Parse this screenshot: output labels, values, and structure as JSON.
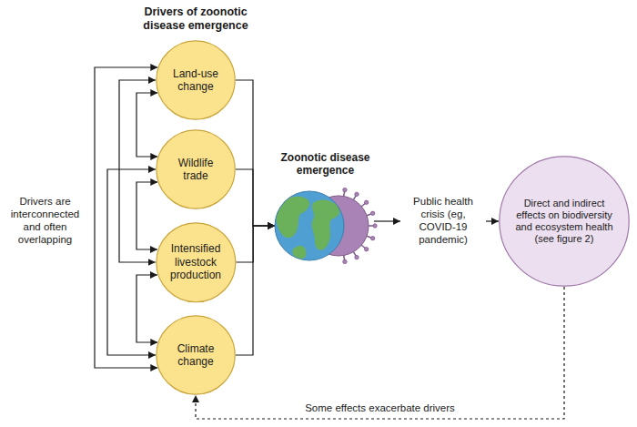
{
  "diagram": {
    "title": "Drivers of zoonotic disease emergence",
    "nodes": [
      {
        "text": [
          "Land-use change"
        ]
      },
      {
        "text": [
          "Wildlife trade"
        ]
      },
      {
        "text": [
          "Intensified livestock production"
        ]
      },
      {
        "text": [
          "Climate change"
        ]
      },
      {
        "text": [
          "Zoonotic disease emergence"
        ]
      },
      {
        "text": [
          "Public health crisis (eg, COVID-19 pandemic)"
        ]
      },
      {
        "text": [
          "Direct and indirect effects on biodiversity and ecosystem health (see figure 2)"
        ]
      }
    ],
    "edges": [
      {
        "from": 0,
        "to": 4,
        "arrow": "to"
      },
      {
        "from": 1,
        "to": 4,
        "arrow": "to"
      },
      {
        "from": 2,
        "to": 4,
        "arrow": "to"
      },
      {
        "from": 3,
        "to": 4,
        "arrow": "to"
      },
      {
        "from": 4,
        "to": 5,
        "arrow": "to"
      },
      {
        "from": 5,
        "to": 6,
        "arrow": "to"
      },
      {
        "from": 6,
        "to": 3,
        "label": "Some effects exacerbate drivers",
        "arrow": "to"
      },
      {
        "from": 0,
        "to": 1,
        "arrow": "both"
      },
      {
        "from": 1,
        "to": 2,
        "arrow": "both"
      },
      {
        "from": 2,
        "to": 3,
        "arrow": "both"
      },
      {
        "from": 0,
        "to": 2,
        "arrow": "both"
      },
      {
        "from": 1,
        "to": 3,
        "arrow": "both"
      },
      {
        "from": 0,
        "to": 3,
        "arrow": "both"
      }
    ],
    "labels": [
      "Drivers are interconnected and often overlapping"
    ]
  }
}
